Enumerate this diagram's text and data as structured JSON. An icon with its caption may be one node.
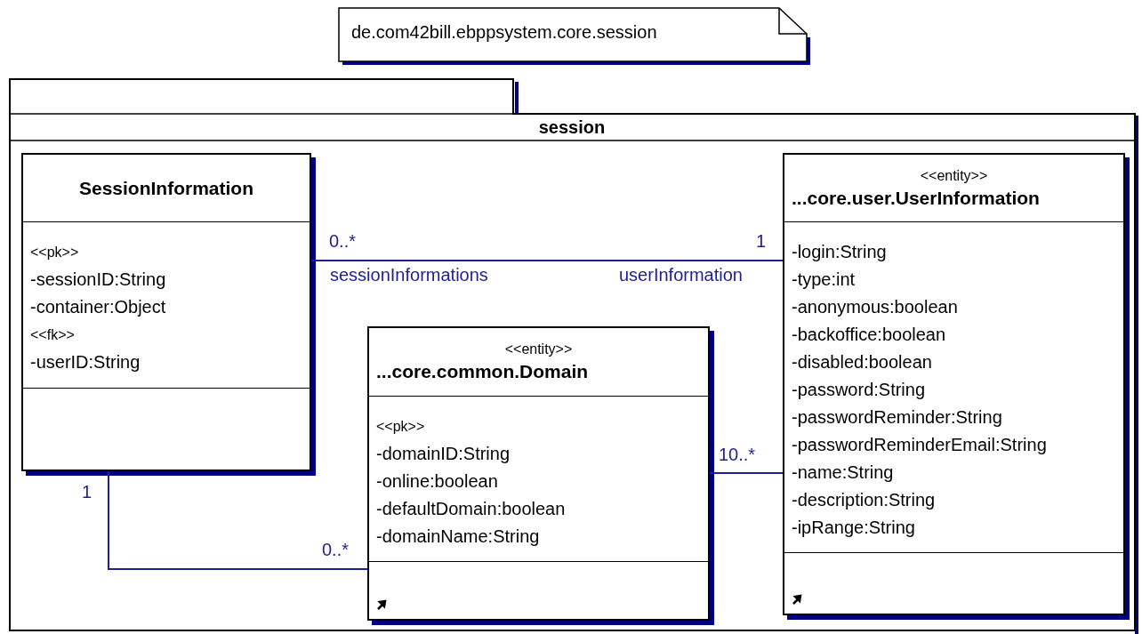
{
  "diagram": {
    "nodes": [
      {
        "text": [
          "de.com42bill.ebppsystem.core.session"
        ]
      },
      {
        "text": [
          "session"
        ]
      },
      {
        "text": [
          "SessionInformation",
          "<<pk>>",
          "-sessionID:String",
          "-container:Object",
          "<<fk>>",
          "-userID:String"
        ],
        "in": 1
      },
      {
        "text": [
          "<<entity>>",
          "...core.common.Domain",
          "<<pk>>",
          "-domainID:String",
          "-online:boolean",
          "-defaultDomain:boolean",
          "-domainName:String"
        ],
        "in": 1
      },
      {
        "text": [
          "<<entity>>",
          "...core.user.UserInformation",
          "-login:String",
          "-type:int",
          "-anonymous:boolean",
          "-backoffice:boolean",
          "-disabled:boolean",
          "-password:String",
          "-passwordReminder:String",
          "-passwordReminderEmail:String",
          "-name:String",
          "-description:String",
          "-ipRange:String"
        ],
        "in": 1
      }
    ],
    "edges": [
      {
        "from": 2,
        "to": 4,
        "arrow": "none"
      },
      {
        "from": 2,
        "to": 3,
        "arrow": "none"
      },
      {
        "from": 3,
        "to": 4,
        "arrow": "none"
      }
    ],
    "labels": [
      "0..*",
      "1",
      "sessionInformations",
      "userInformation",
      "10..*",
      "1",
      "0..*"
    ]
  }
}
